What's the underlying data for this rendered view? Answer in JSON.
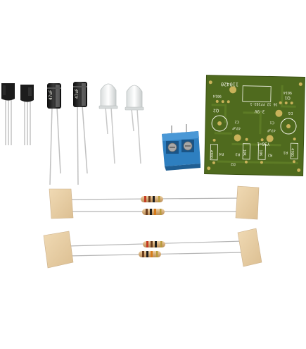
{
  "photo": {
    "background": "#ffffff",
    "pcb": {
      "board_color": "#4f6a1e",
      "pad_color": "#c9b25a",
      "labels": {
        "code": "110420",
        "part": "16 12 FF193-1",
        "voltage": "3-9V",
        "q1": "Q1",
        "q1_part": "9014",
        "q2": "Q2",
        "q2_part": "9014",
        "c1": "47uF",
        "c2": "47uF",
        "c1_ref": "C1",
        "c2_ref": "C2",
        "r1": "R1",
        "r1_val": "470Ω",
        "r2": "R2",
        "r2_val": "10K",
        "r3": "R3",
        "r3_val": "10K",
        "r4": "R4",
        "r4_val": "470Ω",
        "board_name": "YSG-1",
        "d1": "D1",
        "d2": "D2"
      }
    },
    "terminal_block_color": "#2e7fc0",
    "resistor_body_color": "#d8b486",
    "tape_color": "#ead0a6"
  }
}
